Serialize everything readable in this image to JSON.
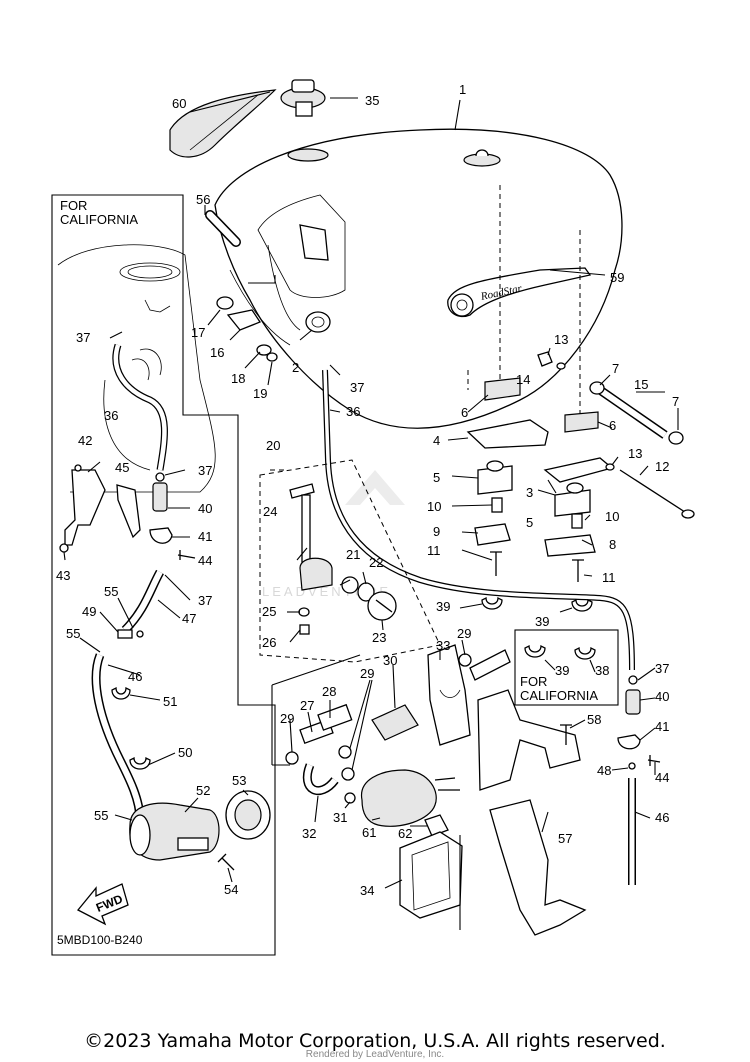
{
  "diagram": {
    "code": "5MBD100-B240",
    "watermark": "LEADVENTURE",
    "fwd_label": "FWD",
    "insets": {
      "left_title": "FOR CALIFORNIA",
      "right_title": "FOR CALIFORNIA"
    },
    "callouts": [
      "1",
      "2",
      "3",
      "4",
      "5",
      "6",
      "7",
      "8",
      "9",
      "10",
      "11",
      "12",
      "13",
      "14",
      "15",
      "16",
      "17",
      "18",
      "19",
      "20",
      "21",
      "22",
      "23",
      "24",
      "25",
      "26",
      "27",
      "28",
      "29",
      "30",
      "31",
      "32",
      "33",
      "34",
      "35",
      "36",
      "37",
      "38",
      "39",
      "40",
      "41",
      "42",
      "43",
      "44",
      "45",
      "46",
      "47",
      "48",
      "49",
      "50",
      "51",
      "52",
      "53",
      "54",
      "55",
      "56",
      "57",
      "58",
      "59",
      "60",
      "61",
      "62"
    ]
  },
  "footer": {
    "copyright": "©2023 Yamaha Motor Corporation, U.S.A. All rights reserved.",
    "rendered_by": "Rendered by LeadVenture, Inc."
  }
}
